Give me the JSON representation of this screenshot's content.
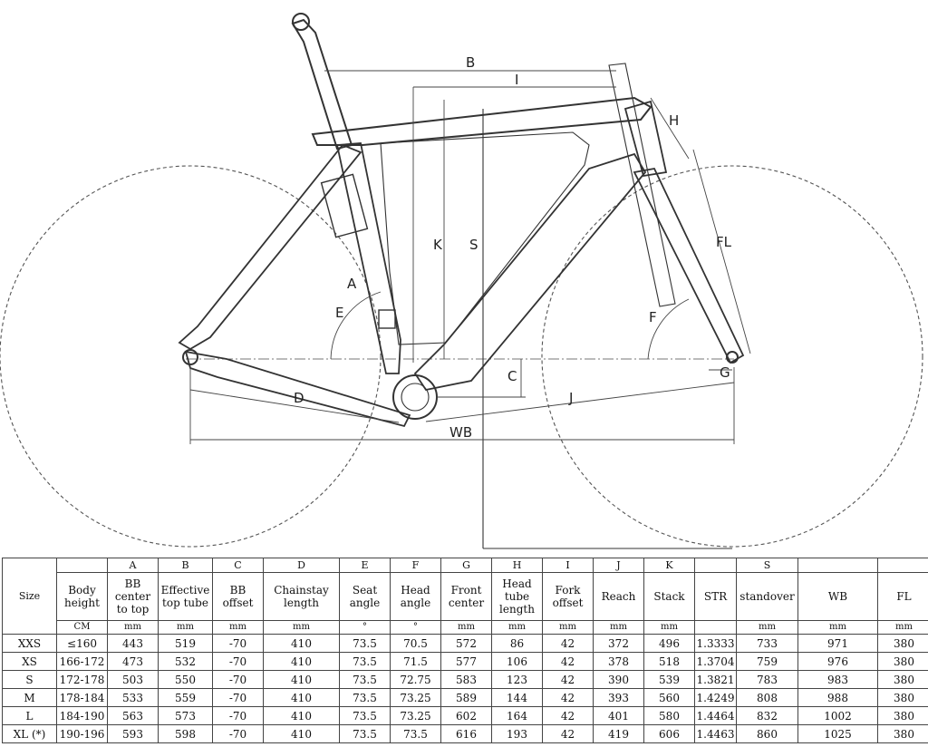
{
  "dimension_letters": [
    "A",
    "B",
    "C",
    "D",
    "E",
    "F",
    "G",
    "H",
    "I",
    "J",
    "K",
    "S",
    "WB",
    "FL"
  ],
  "table": {
    "size_header": "Size",
    "letters": [
      "A",
      "B",
      "C",
      "D",
      "E",
      "F",
      "G",
      "H",
      "I",
      "J",
      "K",
      "",
      "S",
      "",
      ""
    ],
    "headers": [
      "Body height",
      "BB center to top",
      "Effective top tube",
      "BB offset",
      "Chainstay length",
      "Seat angle",
      "Head angle",
      "Front center",
      "Head tube length",
      "Fork offset",
      "Reach",
      "Stack",
      "STR",
      "standover",
      "WB",
      "FL"
    ],
    "units": [
      "CM",
      "mm",
      "mm",
      "mm",
      "mm",
      "°",
      "°",
      "mm",
      "mm",
      "mm",
      "mm",
      "mm",
      "",
      "mm",
      "mm",
      "mm"
    ],
    "rows": [
      {
        "size": "XXS",
        "cells": [
          "≤160",
          "443",
          "519",
          "-70",
          "410",
          "73.5",
          "70.5",
          "572",
          "86",
          "42",
          "372",
          "496",
          "1.3333",
          "733",
          "971",
          "380"
        ]
      },
      {
        "size": "XS",
        "cells": [
          "166-172",
          "473",
          "532",
          "-70",
          "410",
          "73.5",
          "71.5",
          "577",
          "106",
          "42",
          "378",
          "518",
          "1.3704",
          "759",
          "976",
          "380"
        ]
      },
      {
        "size": "S",
        "cells": [
          "172-178",
          "503",
          "550",
          "-70",
          "410",
          "73.5",
          "72.75",
          "583",
          "123",
          "42",
          "390",
          "539",
          "1.3821",
          "783",
          "983",
          "380"
        ]
      },
      {
        "size": "M",
        "cells": [
          "178-184",
          "533",
          "559",
          "-70",
          "410",
          "73.5",
          "73.25",
          "589",
          "144",
          "42",
          "393",
          "560",
          "1.4249",
          "808",
          "988",
          "380"
        ]
      },
      {
        "size": "L",
        "cells": [
          "184-190",
          "563",
          "573",
          "-70",
          "410",
          "73.5",
          "73.25",
          "602",
          "164",
          "42",
          "401",
          "580",
          "1.4464",
          "832",
          "1002",
          "380"
        ]
      },
      {
        "size": "XL (*)",
        "cells": [
          "190-196",
          "593",
          "598",
          "-70",
          "410",
          "73.5",
          "73.5",
          "616",
          "193",
          "42",
          "419",
          "606",
          "1.4463",
          "860",
          "1025",
          "380"
        ]
      }
    ]
  }
}
